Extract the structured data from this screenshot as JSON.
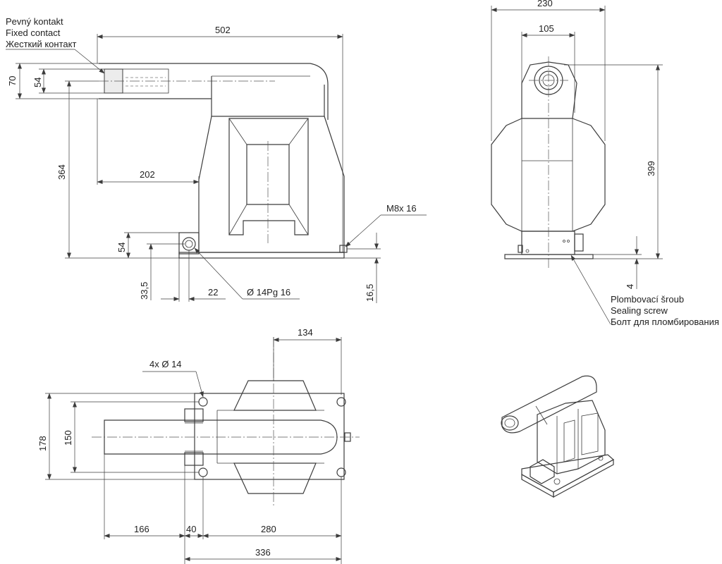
{
  "labels": {
    "contact": [
      "Pevný kontakt",
      "Fixed contact",
      "Жесткий контакт"
    ],
    "sealing": [
      "Plombovací šroub",
      "Sealing screw",
      "Болт для пломбирования"
    ]
  },
  "front": {
    "d502": "502",
    "d70": "70",
    "d54a": "54",
    "d364": "364",
    "d202": "202",
    "d54b": "54",
    "d33_5": "33,5",
    "d22": "22",
    "hole": "Ø 14Pg 16",
    "bolt": "M8x 16",
    "d16_5": "16,5"
  },
  "side": {
    "d230": "230",
    "d105": "105",
    "d399": "399",
    "d4": "4"
  },
  "top": {
    "d134": "134",
    "holes": "4x  Ø 14",
    "d178": "178",
    "d150": "150",
    "d166": "166",
    "d40": "40",
    "d280": "280",
    "d336": "336"
  }
}
